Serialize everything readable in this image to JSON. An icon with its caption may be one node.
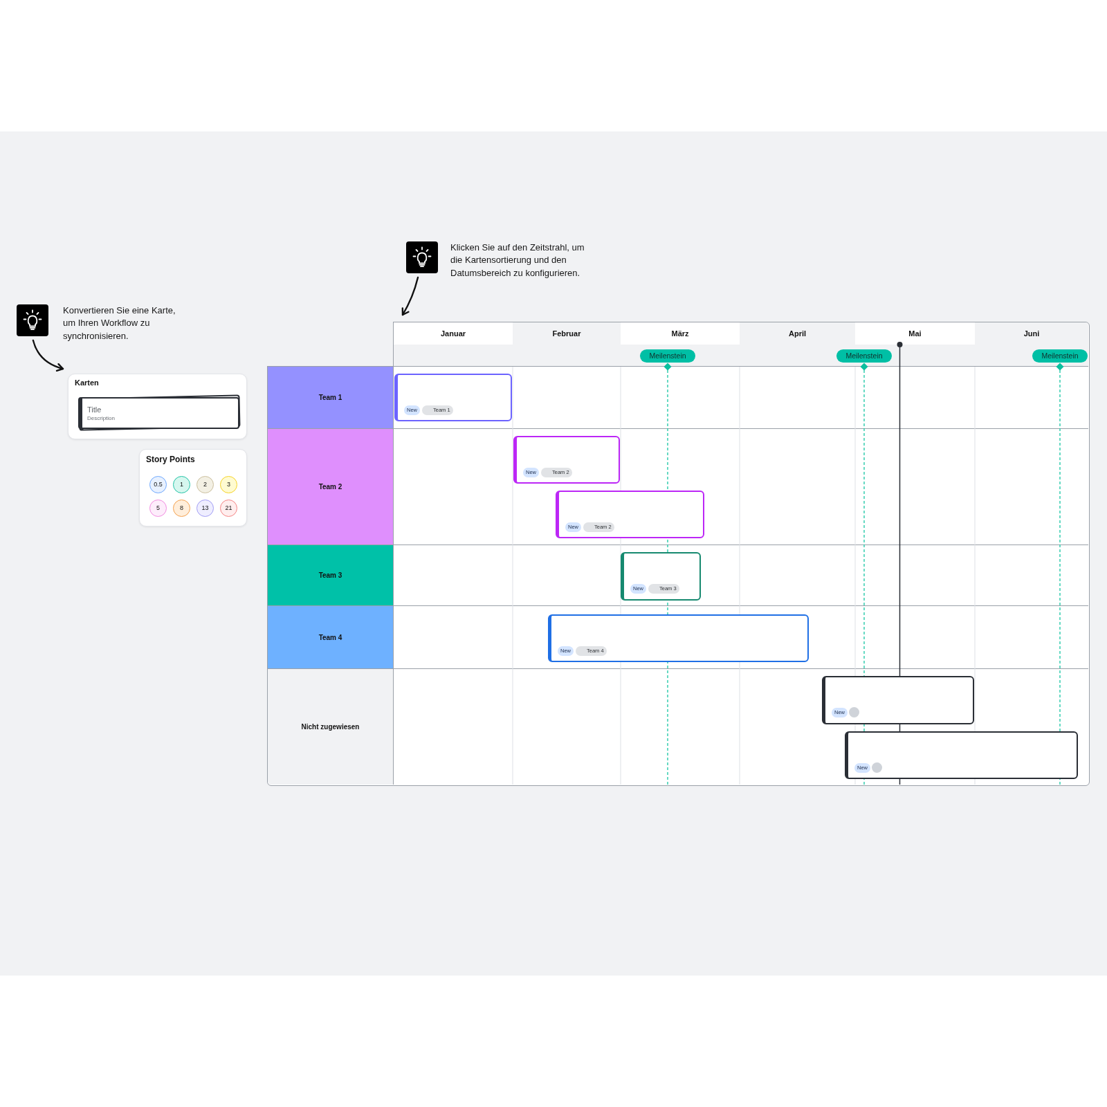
{
  "diagram": {
    "nodes": [
      {
        "text": [],
        "shape": "picture",
        "beside": [
          "Klicken Sie auf den Zeitstrahl, um die Kartensortierung und den Datumsbereich zu konfigurieren."
        ]
      },
      {
        "text": [],
        "shape": "picture",
        "beside": [
          "Konvertieren Sie eine Karte, um Ihren Workflow zu synchronisieren."
        ]
      },
      {
        "text": [
          "Karten"
        ]
      },
      {
        "text": [
          "Title",
          "Description"
        ],
        "in": 2
      },
      {
        "text": [
          "Story Points"
        ]
      },
      {
        "text": [
          "0.5"
        ],
        "in": 4
      },
      {
        "text": [
          "1"
        ],
        "in": 4
      },
      {
        "text": [
          "2"
        ],
        "in": 4
      },
      {
        "text": [
          "3"
        ],
        "in": 4
      },
      {
        "text": [
          "5"
        ],
        "in": 4
      },
      {
        "text": [
          "8"
        ],
        "in": 4
      },
      {
        "text": [
          "13"
        ],
        "in": 4
      },
      {
        "text": [
          "21"
        ],
        "in": 4
      },
      {
        "text": [],
        "shape": "box"
      },
      {
        "text": [
          "Meilenstein"
        ],
        "in": 13
      },
      {
        "text": [
          "Meilenstein"
        ],
        "in": 13
      },
      {
        "text": [
          "Meilenstein"
        ],
        "in": 13
      },
      {
        "text": [
          "Team 1"
        ],
        "in": 13
      },
      {
        "text": [],
        "shape": "box",
        "in": 17
      },
      {
        "text": [
          "New"
        ],
        "in": 18
      },
      {
        "text": [
          "Team 1"
        ],
        "in": 18
      },
      {
        "text": [
          "Team 2"
        ],
        "in": 13
      },
      {
        "text": [],
        "shape": "box",
        "in": 21
      },
      {
        "text": [
          "New"
        ],
        "in": 22
      },
      {
        "text": [
          "Team 2"
        ],
        "in": 22
      },
      {
        "text": [],
        "shape": "box",
        "in": 21
      },
      {
        "text": [
          "New"
        ],
        "in": 25
      },
      {
        "text": [
          "Team 2"
        ],
        "in": 25
      },
      {
        "text": [
          "Team 3"
        ],
        "in": 13
      },
      {
        "text": [],
        "shape": "box",
        "in": 28
      },
      {
        "text": [
          "New"
        ],
        "in": 29
      },
      {
        "text": [
          "Team 3"
        ],
        "in": 29
      },
      {
        "text": [
          "Team 4"
        ],
        "in": 13
      },
      {
        "text": [],
        "shape": "box",
        "in": 32
      },
      {
        "text": [
          "New"
        ],
        "in": 33
      },
      {
        "text": [
          "Team 4"
        ],
        "in": 33
      },
      {
        "text": [
          "Nicht zugewiesen"
        ],
        "in": 13
      },
      {
        "text": [],
        "shape": "box",
        "in": 36
      },
      {
        "text": [
          "New"
        ],
        "in": 37
      },
      {
        "text": [],
        "shape": "circle",
        "in": 37
      },
      {
        "text": [],
        "shape": "box",
        "in": 36
      },
      {
        "text": [
          "New"
        ],
        "in": 40
      },
      {
        "text": [],
        "shape": "circle",
        "in": 40
      }
    ],
    "edges": [
      {
        "from": 0,
        "to": 13,
        "arrow": "to"
      },
      {
        "from": 1,
        "to": 2,
        "arrow": "to"
      }
    ],
    "labels": [
      "Januar",
      "Februar",
      "März",
      "April",
      "Mai",
      "Juni"
    ]
  }
}
